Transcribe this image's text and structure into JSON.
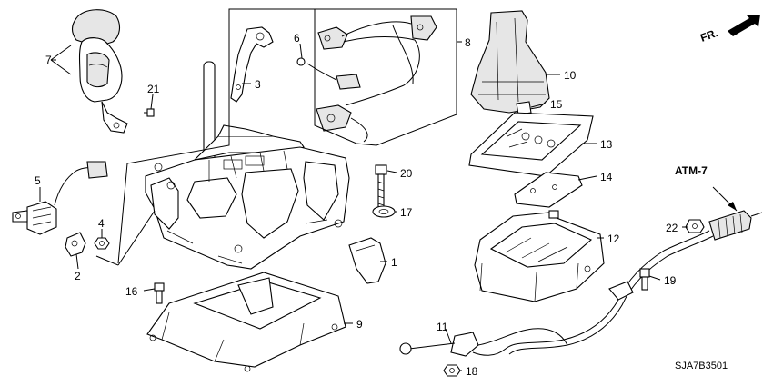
{
  "diagram": {
    "drawing_code": "SJA7B3501",
    "reference_label": "ATM-7",
    "direction_label": "FR.",
    "callouts": [
      {
        "id": "c1",
        "label": "1"
      },
      {
        "id": "c2",
        "label": "2"
      },
      {
        "id": "c3",
        "label": "3"
      },
      {
        "id": "c4",
        "label": "4"
      },
      {
        "id": "c5",
        "label": "5"
      },
      {
        "id": "c6",
        "label": "6"
      },
      {
        "id": "c7",
        "label": "7"
      },
      {
        "id": "c8",
        "label": "8"
      },
      {
        "id": "c9",
        "label": "9"
      },
      {
        "id": "c10",
        "label": "10"
      },
      {
        "id": "c11",
        "label": "11"
      },
      {
        "id": "c12",
        "label": "12"
      },
      {
        "id": "c13",
        "label": "13"
      },
      {
        "id": "c14",
        "label": "14"
      },
      {
        "id": "c15",
        "label": "15"
      },
      {
        "id": "c16",
        "label": "16"
      },
      {
        "id": "c17",
        "label": "17"
      },
      {
        "id": "c18",
        "label": "18"
      },
      {
        "id": "c19",
        "label": "19"
      },
      {
        "id": "c20",
        "label": "20"
      },
      {
        "id": "c21",
        "label": "21"
      },
      {
        "id": "c22",
        "label": "22"
      }
    ]
  }
}
